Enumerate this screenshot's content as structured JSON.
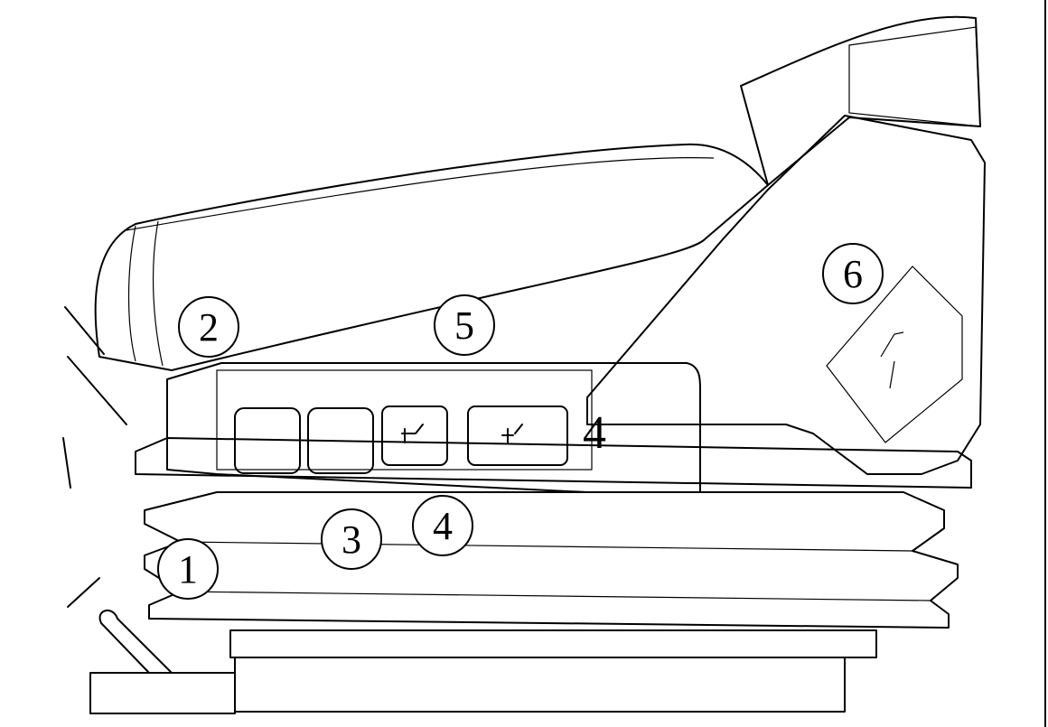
{
  "callouts": [
    {
      "label": "1"
    },
    {
      "label": "2"
    },
    {
      "label": "3"
    },
    {
      "label": "4"
    },
    {
      "label": "5"
    },
    {
      "label": "6"
    }
  ],
  "button_label_number": "4",
  "button_icons": [
    "button-blank",
    "button-blank",
    "seat-tilt-icon",
    "seat-height-icon"
  ]
}
